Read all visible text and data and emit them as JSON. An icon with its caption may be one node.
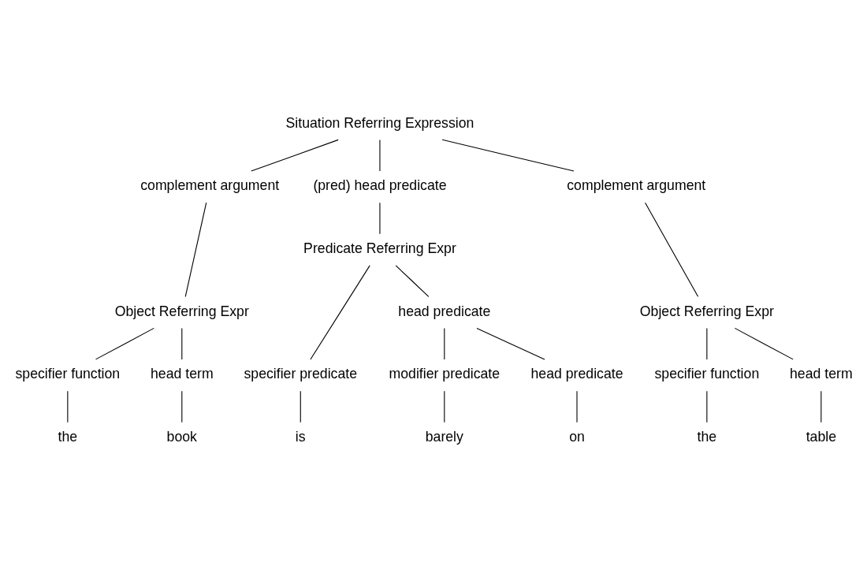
{
  "diagram": {
    "nodes": [
      {
        "text": [
          "Situation Referring Expression"
        ]
      },
      {
        "text": [
          "complement argument"
        ]
      },
      {
        "text": [
          "(pred) head predicate"
        ]
      },
      {
        "text": [
          "complement argument"
        ]
      },
      {
        "text": [
          "Object Referring Expr"
        ]
      },
      {
        "text": [
          "Predicate Referring Expr"
        ]
      },
      {
        "text": [
          "Object Referring Expr"
        ]
      },
      {
        "text": [
          "specifier predicate"
        ]
      },
      {
        "text": [
          "head predicate"
        ]
      },
      {
        "text": [
          "specifier function"
        ]
      },
      {
        "text": [
          "head term"
        ]
      },
      {
        "text": [
          "modifier predicate"
        ]
      },
      {
        "text": [
          "head predicate"
        ]
      },
      {
        "text": [
          "specifier function"
        ]
      },
      {
        "text": [
          "head term"
        ]
      },
      {
        "text": [
          "the"
        ]
      },
      {
        "text": [
          "book"
        ]
      },
      {
        "text": [
          "is"
        ]
      },
      {
        "text": [
          "barely"
        ]
      },
      {
        "text": [
          "on"
        ]
      },
      {
        "text": [
          "the"
        ]
      },
      {
        "text": [
          "table"
        ]
      }
    ],
    "edges": [
      {
        "from": 0,
        "to": 1,
        "arrow": "none"
      },
      {
        "from": 0,
        "to": 2,
        "arrow": "none"
      },
      {
        "from": 0,
        "to": 3,
        "arrow": "none"
      },
      {
        "from": 1,
        "to": 4,
        "arrow": "none"
      },
      {
        "from": 2,
        "to": 5,
        "arrow": "none"
      },
      {
        "from": 3,
        "to": 6,
        "arrow": "none"
      },
      {
        "from": 4,
        "to": 9,
        "arrow": "none"
      },
      {
        "from": 4,
        "to": 10,
        "arrow": "none"
      },
      {
        "from": 5,
        "to": 7,
        "arrow": "none"
      },
      {
        "from": 5,
        "to": 8,
        "arrow": "none"
      },
      {
        "from": 6,
        "to": 13,
        "arrow": "none"
      },
      {
        "from": 6,
        "to": 14,
        "arrow": "none"
      },
      {
        "from": 8,
        "to": 11,
        "arrow": "none"
      },
      {
        "from": 8,
        "to": 12,
        "arrow": "none"
      },
      {
        "from": 9,
        "to": 15,
        "arrow": "none"
      },
      {
        "from": 10,
        "to": 16,
        "arrow": "none"
      },
      {
        "from": 7,
        "to": 17,
        "arrow": "none"
      },
      {
        "from": 11,
        "to": 18,
        "arrow": "none"
      },
      {
        "from": 12,
        "to": 19,
        "arrow": "none"
      },
      {
        "from": 13,
        "to": 20,
        "arrow": "none"
      },
      {
        "from": 14,
        "to": 21,
        "arrow": "none"
      }
    ]
  }
}
